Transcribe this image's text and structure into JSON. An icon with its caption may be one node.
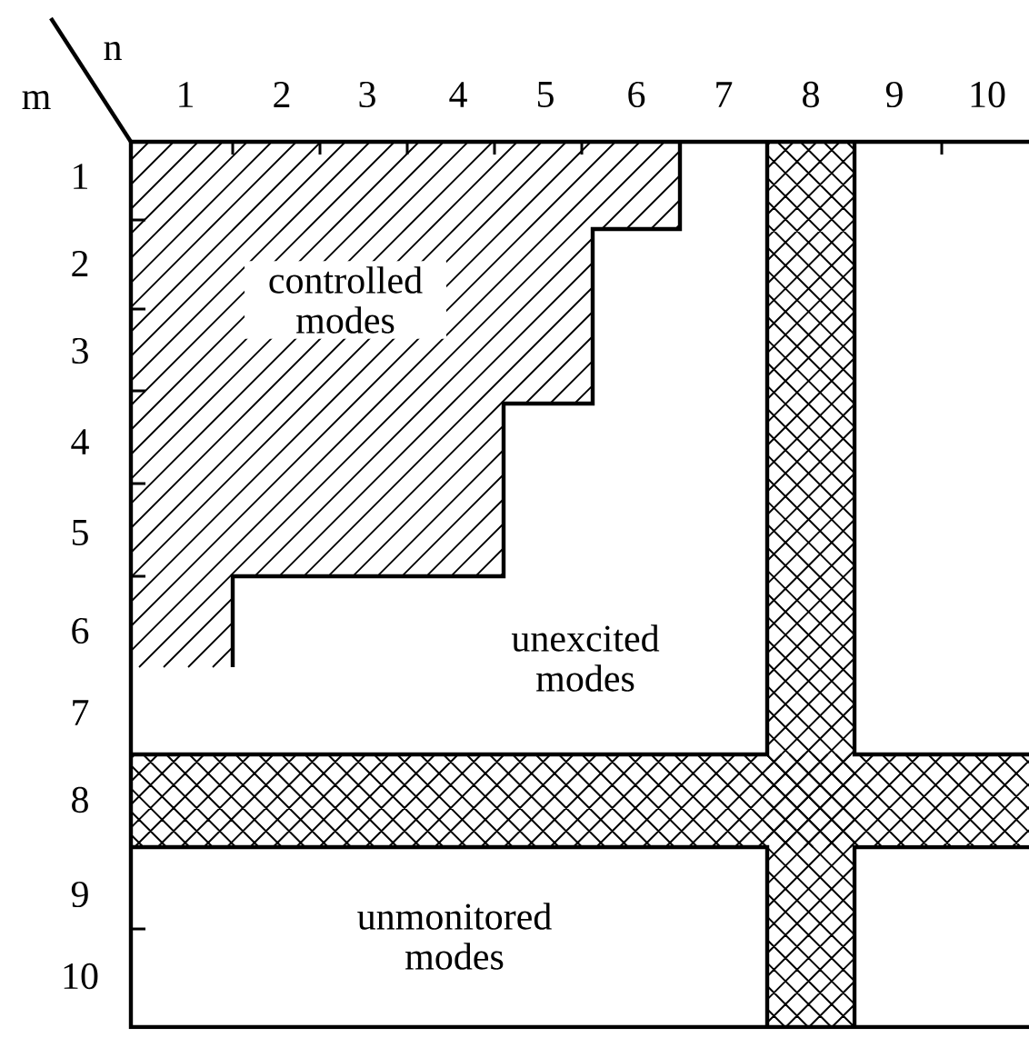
{
  "diagram": {
    "nodes": [
      {
        "text": [
          "controlled modes"
        ]
      },
      {
        "text": [
          "unexcited modes"
        ]
      },
      {
        "text": [
          "unmonitored modes"
        ]
      }
    ],
    "labels": [
      "n",
      "m",
      "1",
      "2",
      "3",
      "4",
      "5",
      "6",
      "7",
      "8",
      "9",
      "10",
      "1",
      "2",
      "3",
      "4",
      "5",
      "6",
      "7",
      "8",
      "9",
      "10"
    ]
  }
}
